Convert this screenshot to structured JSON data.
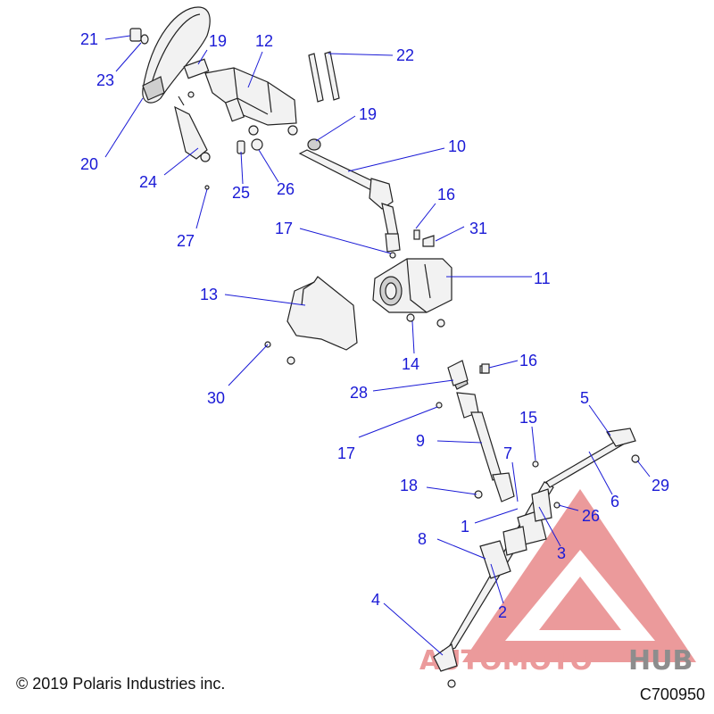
{
  "callouts": {
    "c1": "1",
    "c2": "2",
    "c3": "3",
    "c4": "4",
    "c5": "5",
    "c6": "6",
    "c7": "7",
    "c8": "8",
    "c9": "9",
    "c10": "10",
    "c11": "11",
    "c12": "12",
    "c13": "13",
    "c14": "14",
    "c15": "15",
    "c16a": "16",
    "c16b": "16",
    "c17a": "17",
    "c17b": "17",
    "c18": "18",
    "c19a": "19",
    "c19b": "19",
    "c20": "20",
    "c21": "21",
    "c22": "22",
    "c23": "23",
    "c24": "24",
    "c25": "25",
    "c26a": "26",
    "c26b": "26",
    "c27": "27",
    "c28": "28",
    "c29": "29",
    "c30": "30",
    "c31": "31"
  },
  "footer": {
    "copyright": "© 2019 Polaris Industries inc.",
    "figure_code": "C700950"
  },
  "watermark": {
    "brand_part1": "AUTOMOTO",
    "brand_part2": "HUB",
    "color_primary": "#e8898a",
    "color_secondary": "#f3c77a",
    "color_grey": "#7a7a7a"
  },
  "colors": {
    "callout": "#1a1ad6",
    "line_art": "#222222"
  }
}
